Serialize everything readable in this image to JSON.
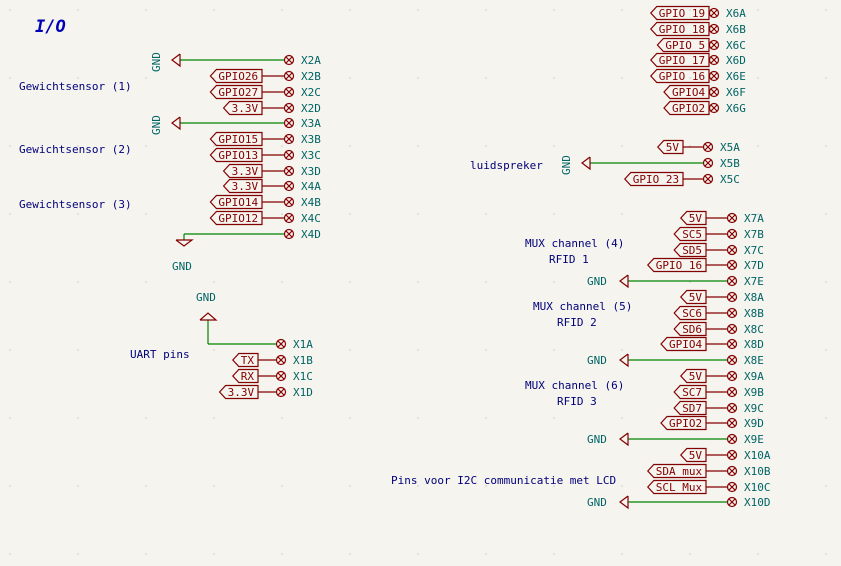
{
  "sheet_title": "I/O",
  "notes": [
    {
      "id": "gewicht1",
      "text": "Gewichtsensor (1)"
    },
    {
      "id": "gewicht2",
      "text": "Gewichtsensor (2)"
    },
    {
      "id": "gewicht3",
      "text": "Gewichtsensor (3)"
    },
    {
      "id": "uart",
      "text": "UART pins"
    },
    {
      "id": "luidspreker",
      "text": "luidspreker"
    },
    {
      "id": "mux4",
      "text": "MUX channel (4)"
    },
    {
      "id": "rfid1",
      "text": "RFID 1"
    },
    {
      "id": "mux5",
      "text": "MUX channel (5)"
    },
    {
      "id": "rfid2",
      "text": "RFID 2"
    },
    {
      "id": "mux6",
      "text": "MUX channel (6)"
    },
    {
      "id": "rfid3",
      "text": "RFID 3"
    },
    {
      "id": "i2c",
      "text": "Pins voor I2C communicatie met LCD"
    }
  ],
  "connectors": {
    "X2": [
      {
        "pin": "X2A",
        "net": "GND",
        "type": "power"
      },
      {
        "pin": "X2B",
        "net": "GPIO26",
        "type": "label"
      },
      {
        "pin": "X2C",
        "net": "GPIO27",
        "type": "label"
      },
      {
        "pin": "X2D",
        "net": "3.3V",
        "type": "label"
      }
    ],
    "X3": [
      {
        "pin": "X3A",
        "net": "GND",
        "type": "power"
      },
      {
        "pin": "X3B",
        "net": "GPIO15",
        "type": "label"
      },
      {
        "pin": "X3C",
        "net": "GPIO13",
        "type": "label"
      },
      {
        "pin": "X3D",
        "net": "3.3V",
        "type": "label"
      }
    ],
    "X4": [
      {
        "pin": "X4A",
        "net": "3.3V",
        "type": "label"
      },
      {
        "pin": "X4B",
        "net": "GPIO14",
        "type": "label"
      },
      {
        "pin": "X4C",
        "net": "GPIO12",
        "type": "label"
      },
      {
        "pin": "X4D",
        "net": "GND",
        "type": "power"
      }
    ],
    "X1": [
      {
        "pin": "X1A",
        "net": "GND",
        "type": "power"
      },
      {
        "pin": "X1B",
        "net": "TX",
        "type": "label"
      },
      {
        "pin": "X1C",
        "net": "RX",
        "type": "label"
      },
      {
        "pin": "X1D",
        "net": "3.3V",
        "type": "label"
      }
    ],
    "X6": [
      {
        "pin": "X6A",
        "net": "GPIO 19",
        "type": "label"
      },
      {
        "pin": "X6B",
        "net": "GPIO 18",
        "type": "label"
      },
      {
        "pin": "X6C",
        "net": "GPIO 5",
        "type": "label"
      },
      {
        "pin": "X6D",
        "net": "GPIO 17",
        "type": "label"
      },
      {
        "pin": "X6E",
        "net": "GPIO 16",
        "type": "label"
      },
      {
        "pin": "X6F",
        "net": "GPIO4",
        "type": "label"
      },
      {
        "pin": "X6G",
        "net": "GPIO2",
        "type": "label"
      }
    ],
    "X5": [
      {
        "pin": "X5A",
        "net": "5V",
        "type": "label"
      },
      {
        "pin": "X5B",
        "net": "GND",
        "type": "power"
      },
      {
        "pin": "X5C",
        "net": "GPIO 23",
        "type": "label"
      }
    ],
    "X7": [
      {
        "pin": "X7A",
        "net": "5V",
        "type": "label"
      },
      {
        "pin": "X7B",
        "net": "SC5",
        "type": "label"
      },
      {
        "pin": "X7C",
        "net": "SD5",
        "type": "label"
      },
      {
        "pin": "X7D",
        "net": "GPIO 16",
        "type": "label"
      },
      {
        "pin": "X7E",
        "net": "GND",
        "type": "power"
      }
    ],
    "X8": [
      {
        "pin": "X8A",
        "net": "5V",
        "type": "label"
      },
      {
        "pin": "X8B",
        "net": "SC6",
        "type": "label"
      },
      {
        "pin": "X8C",
        "net": "SD6",
        "type": "label"
      },
      {
        "pin": "X8D",
        "net": "GPIO4",
        "type": "label"
      },
      {
        "pin": "X8E",
        "net": "GND",
        "type": "power"
      }
    ],
    "X9": [
      {
        "pin": "X9A",
        "net": "5V",
        "type": "label"
      },
      {
        "pin": "X9B",
        "net": "SC7",
        "type": "label"
      },
      {
        "pin": "X9C",
        "net": "SD7",
        "type": "label"
      },
      {
        "pin": "X9D",
        "net": "GPIO2",
        "type": "label"
      },
      {
        "pin": "X9E",
        "net": "GND",
        "type": "power"
      }
    ],
    "X10": [
      {
        "pin": "X10A",
        "net": "5V",
        "type": "label"
      },
      {
        "pin": "X10B",
        "net": "SDA_mux",
        "type": "label"
      },
      {
        "pin": "X10C",
        "net": "SCL_Mux",
        "type": "label"
      },
      {
        "pin": "X10D",
        "net": "GND",
        "type": "power"
      }
    ]
  },
  "colors": {
    "background": "#f5f4ef",
    "wire": "#008400",
    "symbol": "#840000",
    "reference": "#006464",
    "note": "#00007a",
    "title": "#0000b4"
  }
}
